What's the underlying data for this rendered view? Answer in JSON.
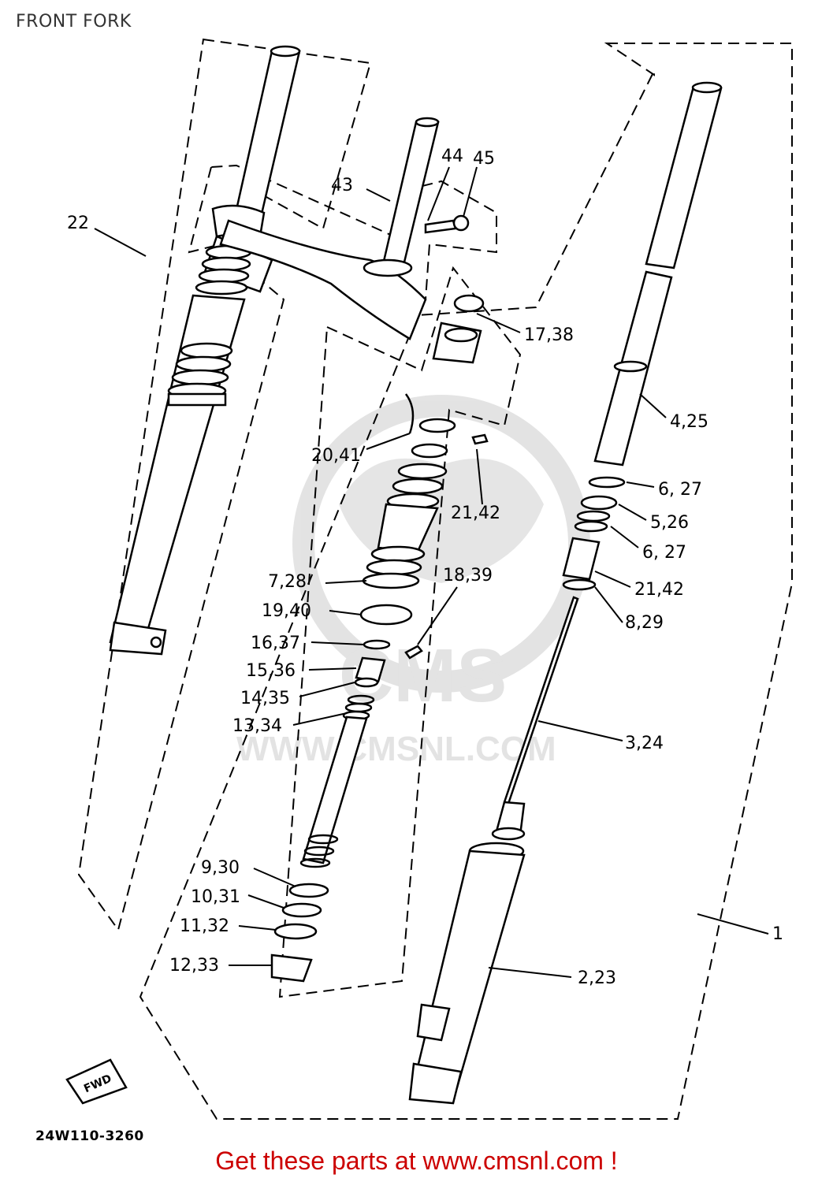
{
  "title": "FRONT FORK",
  "watermark": {
    "brand": "CMS",
    "url": "WWW.CMSNL.COM"
  },
  "fwd_badge": "FWD",
  "drawing_code": "24W110-3260",
  "footer": "Get these parts at www.cmsnl.com !",
  "callouts": [
    {
      "id": "c22",
      "label": "22"
    },
    {
      "id": "c43",
      "label": "43"
    },
    {
      "id": "c44",
      "label": "44"
    },
    {
      "id": "c45",
      "label": "45"
    },
    {
      "id": "c17",
      "label": "17,38"
    },
    {
      "id": "c4",
      "label": "4,25"
    },
    {
      "id": "c20",
      "label": "20,41"
    },
    {
      "id": "c21a",
      "label": "21,42"
    },
    {
      "id": "c6a",
      "label": "6, 27"
    },
    {
      "id": "c5",
      "label": "5,26"
    },
    {
      "id": "c6b",
      "label": "6, 27"
    },
    {
      "id": "c7",
      "label": "7,28"
    },
    {
      "id": "c18",
      "label": "18,39"
    },
    {
      "id": "c21b",
      "label": "21,42"
    },
    {
      "id": "c19",
      "label": "19,40"
    },
    {
      "id": "c8",
      "label": "8,29"
    },
    {
      "id": "c16",
      "label": "16,37"
    },
    {
      "id": "c15",
      "label": "15,36"
    },
    {
      "id": "c14",
      "label": "14,35"
    },
    {
      "id": "c13",
      "label": "13,34"
    },
    {
      "id": "c3",
      "label": "3,24"
    },
    {
      "id": "c9",
      "label": "9,30"
    },
    {
      "id": "c10",
      "label": "10,31"
    },
    {
      "id": "c11",
      "label": "11,32"
    },
    {
      "id": "c1",
      "label": "1"
    },
    {
      "id": "c12",
      "label": "12,33"
    },
    {
      "id": "c2",
      "label": "2,23"
    }
  ]
}
